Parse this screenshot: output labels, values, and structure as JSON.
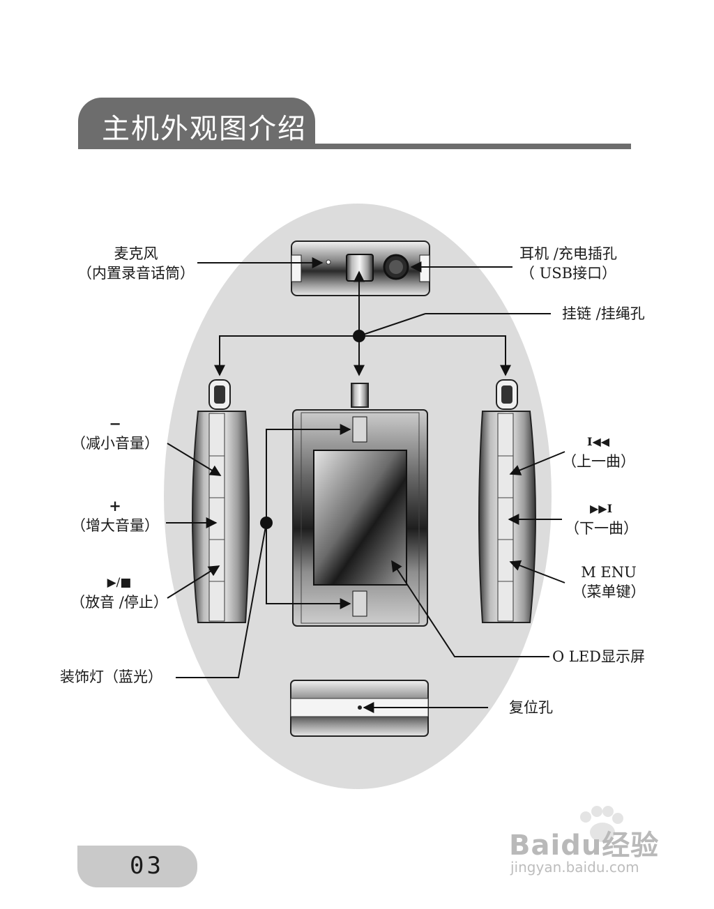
{
  "header": {
    "title": "主机外观图介绍"
  },
  "labels": {
    "mic_title": "麦克风",
    "mic_sub": "（内置录音话筒）",
    "earphone_title": "耳机 /充电插孔",
    "earphone_sub": "（ USB接口）",
    "lanyard": "挂链 /挂绳孔",
    "vol_down_symbol": "−",
    "vol_down": "（减小音量）",
    "vol_up_symbol": "+",
    "vol_up": "（增大音量）",
    "play_symbol": "▶/■",
    "play": "（放音 /停止）",
    "led": "装饰灯（蓝光）",
    "prev_symbol": "I◀◀",
    "prev": "（上一曲）",
    "next_symbol": "▶▶I",
    "next": "（下一曲）",
    "menu_title": "M ENU",
    "menu_sub": "（菜单键）",
    "oled": "O LED显示屏",
    "reset": "复位孔"
  },
  "footer": {
    "page_number": "03"
  },
  "watermark": {
    "brand": "Baidu经验",
    "url": "jingyan.baidu.com"
  },
  "colors": {
    "header": "#6d6d6d",
    "ellipse": "#dcdcdc",
    "page_tab": "#c9c9c9"
  }
}
